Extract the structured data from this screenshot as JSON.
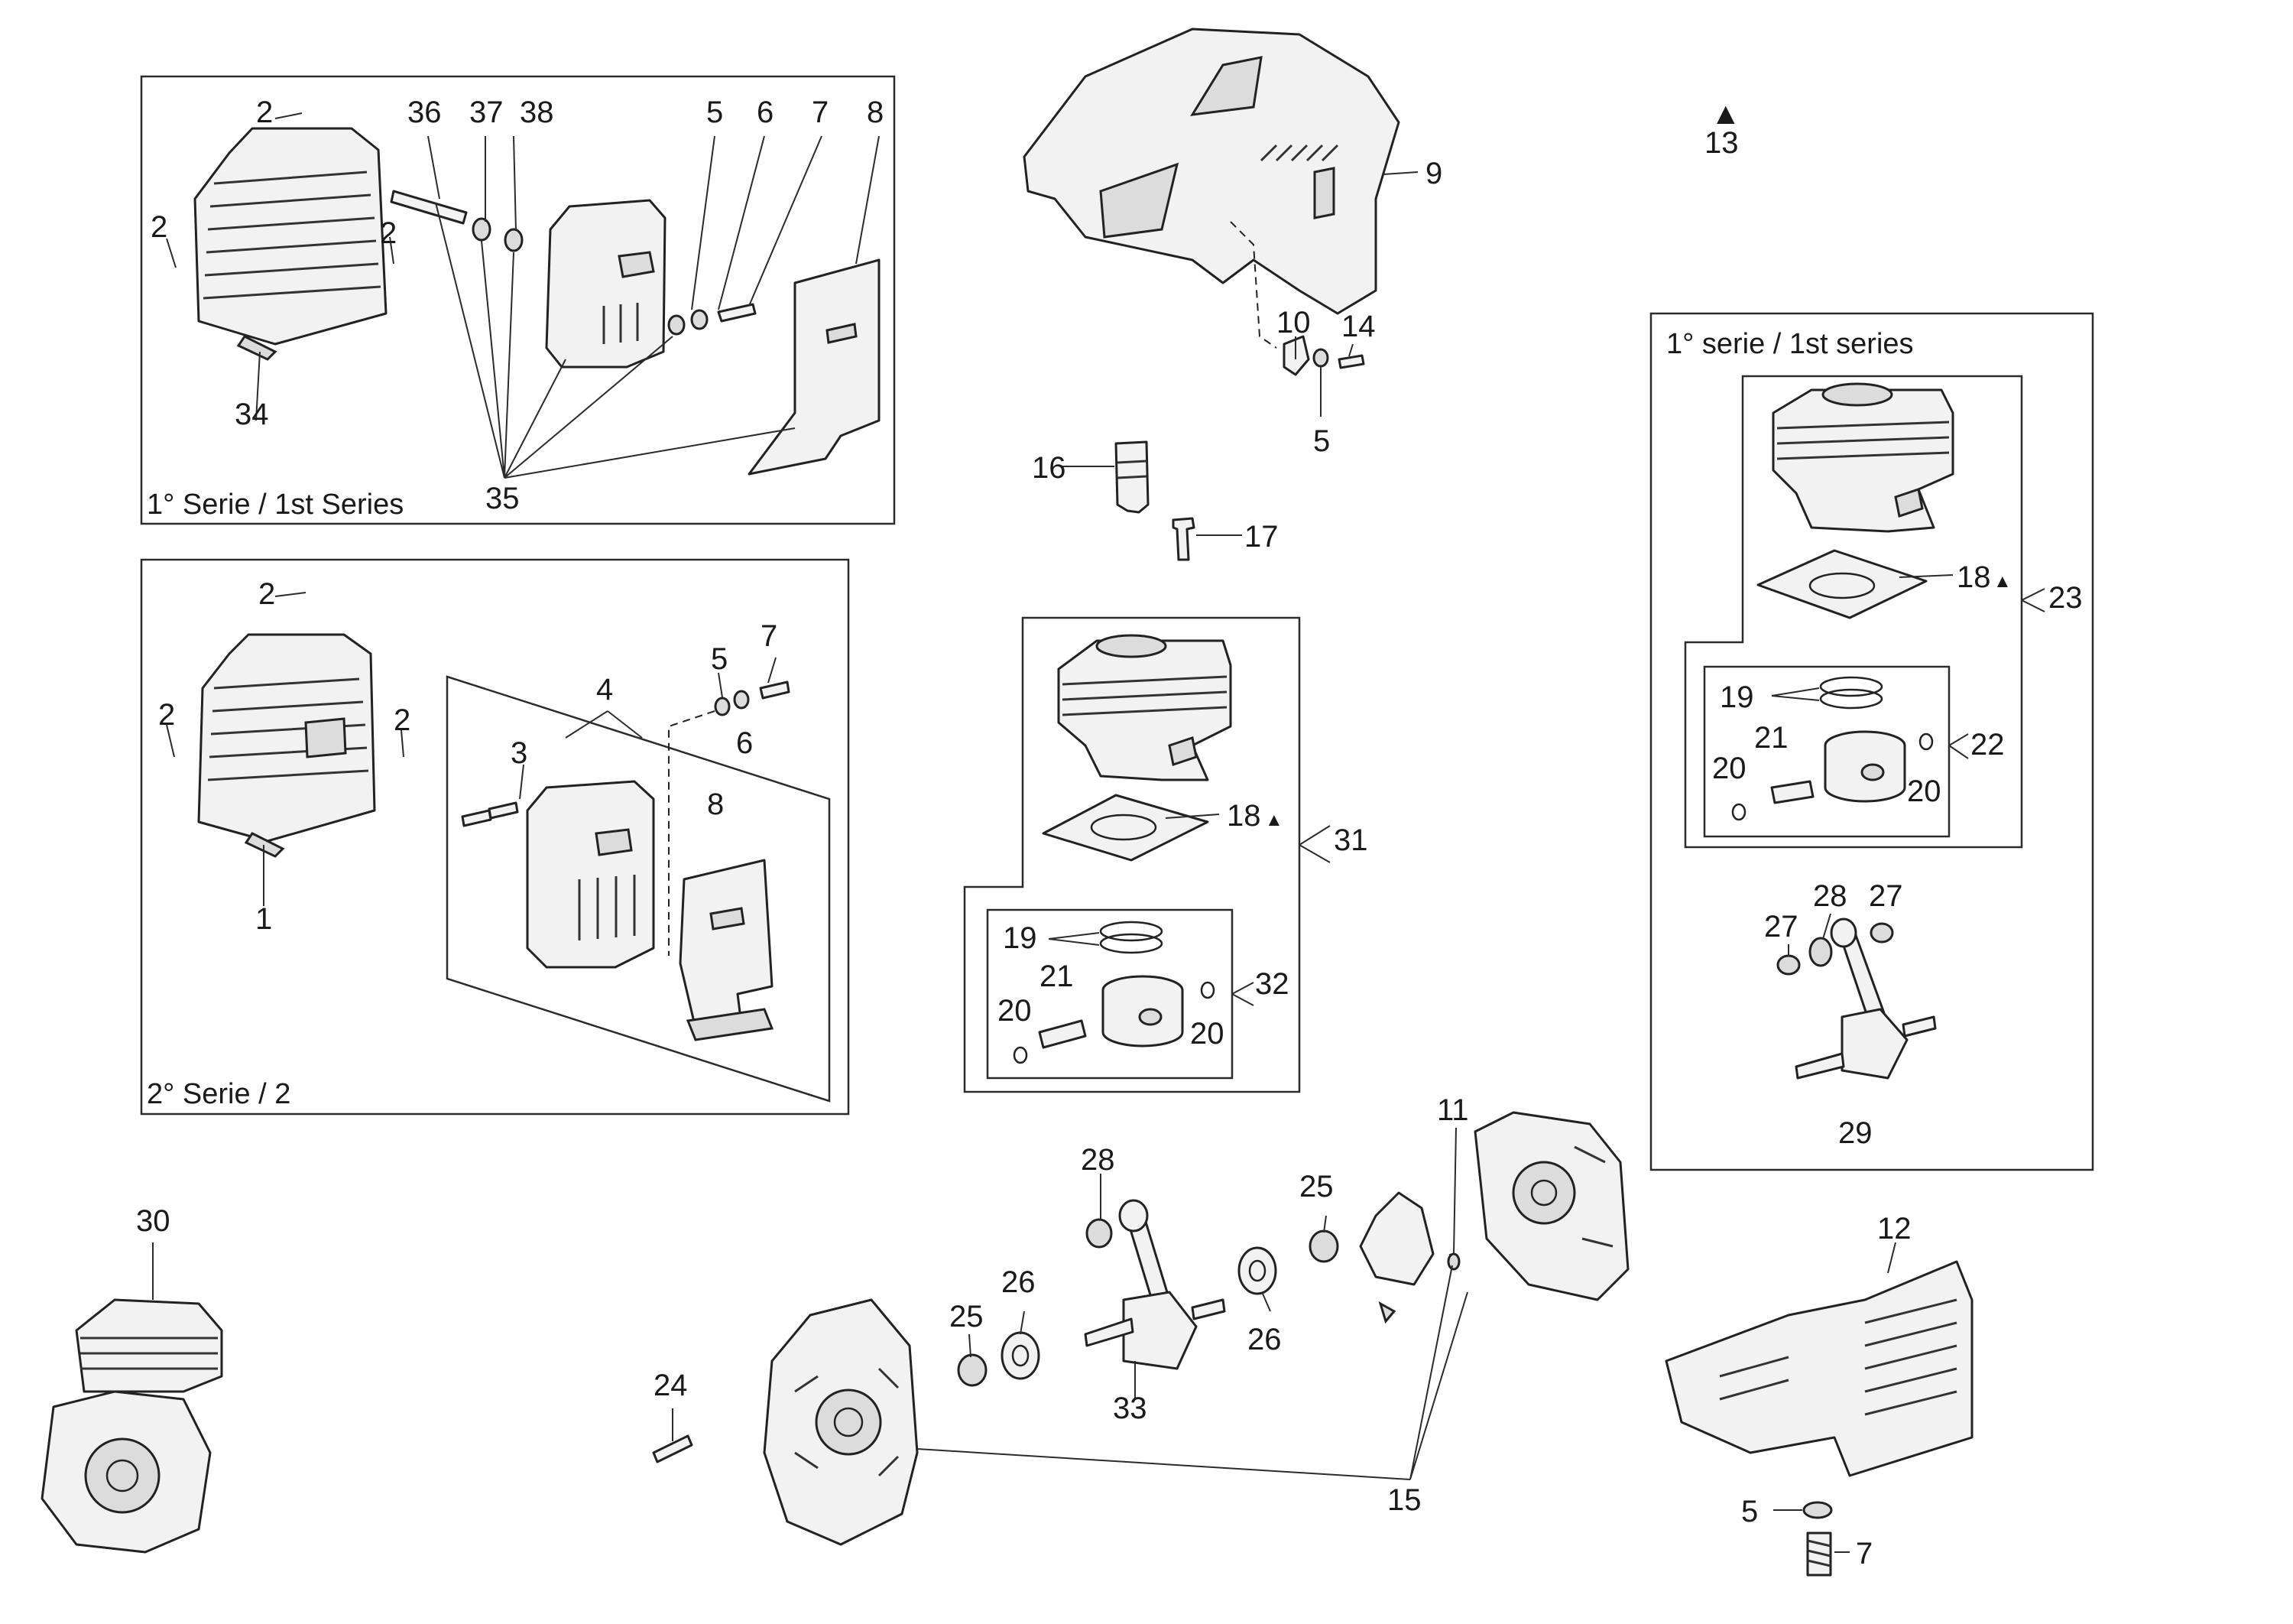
{
  "group_titles": {
    "muffler_series1": "1° Serie / 1st Series",
    "muffler_series2": "2° Serie / 2",
    "cylinder_series1": "1° serie / 1st series"
  },
  "callouts": {
    "p1": "1",
    "p2": "2",
    "p3": "3",
    "p4": "4",
    "p5": "5",
    "p6": "6",
    "p7": "7",
    "p8": "8",
    "p9": "9",
    "p10": "10",
    "p11": "11",
    "p12": "12",
    "p13": "13",
    "p14": "14",
    "p15": "15",
    "p16": "16",
    "p17": "17",
    "p18": "18",
    "p19": "19",
    "p20": "20",
    "p21": "21",
    "p22": "22",
    "p23": "23",
    "p24": "24",
    "p25": "25",
    "p26": "26",
    "p27": "27",
    "p28": "28",
    "p29": "29",
    "p30": "30",
    "p31": "31",
    "p32": "32",
    "p33": "33",
    "p34": "34",
    "p35": "35",
    "p36": "36",
    "p37": "37",
    "p38": "38"
  },
  "symbols": {
    "triangle": "▲",
    "triangle_color": "#000000"
  },
  "colors": {
    "line": "#222222",
    "part_fill": "#f2f2f2",
    "background": "#ffffff"
  }
}
